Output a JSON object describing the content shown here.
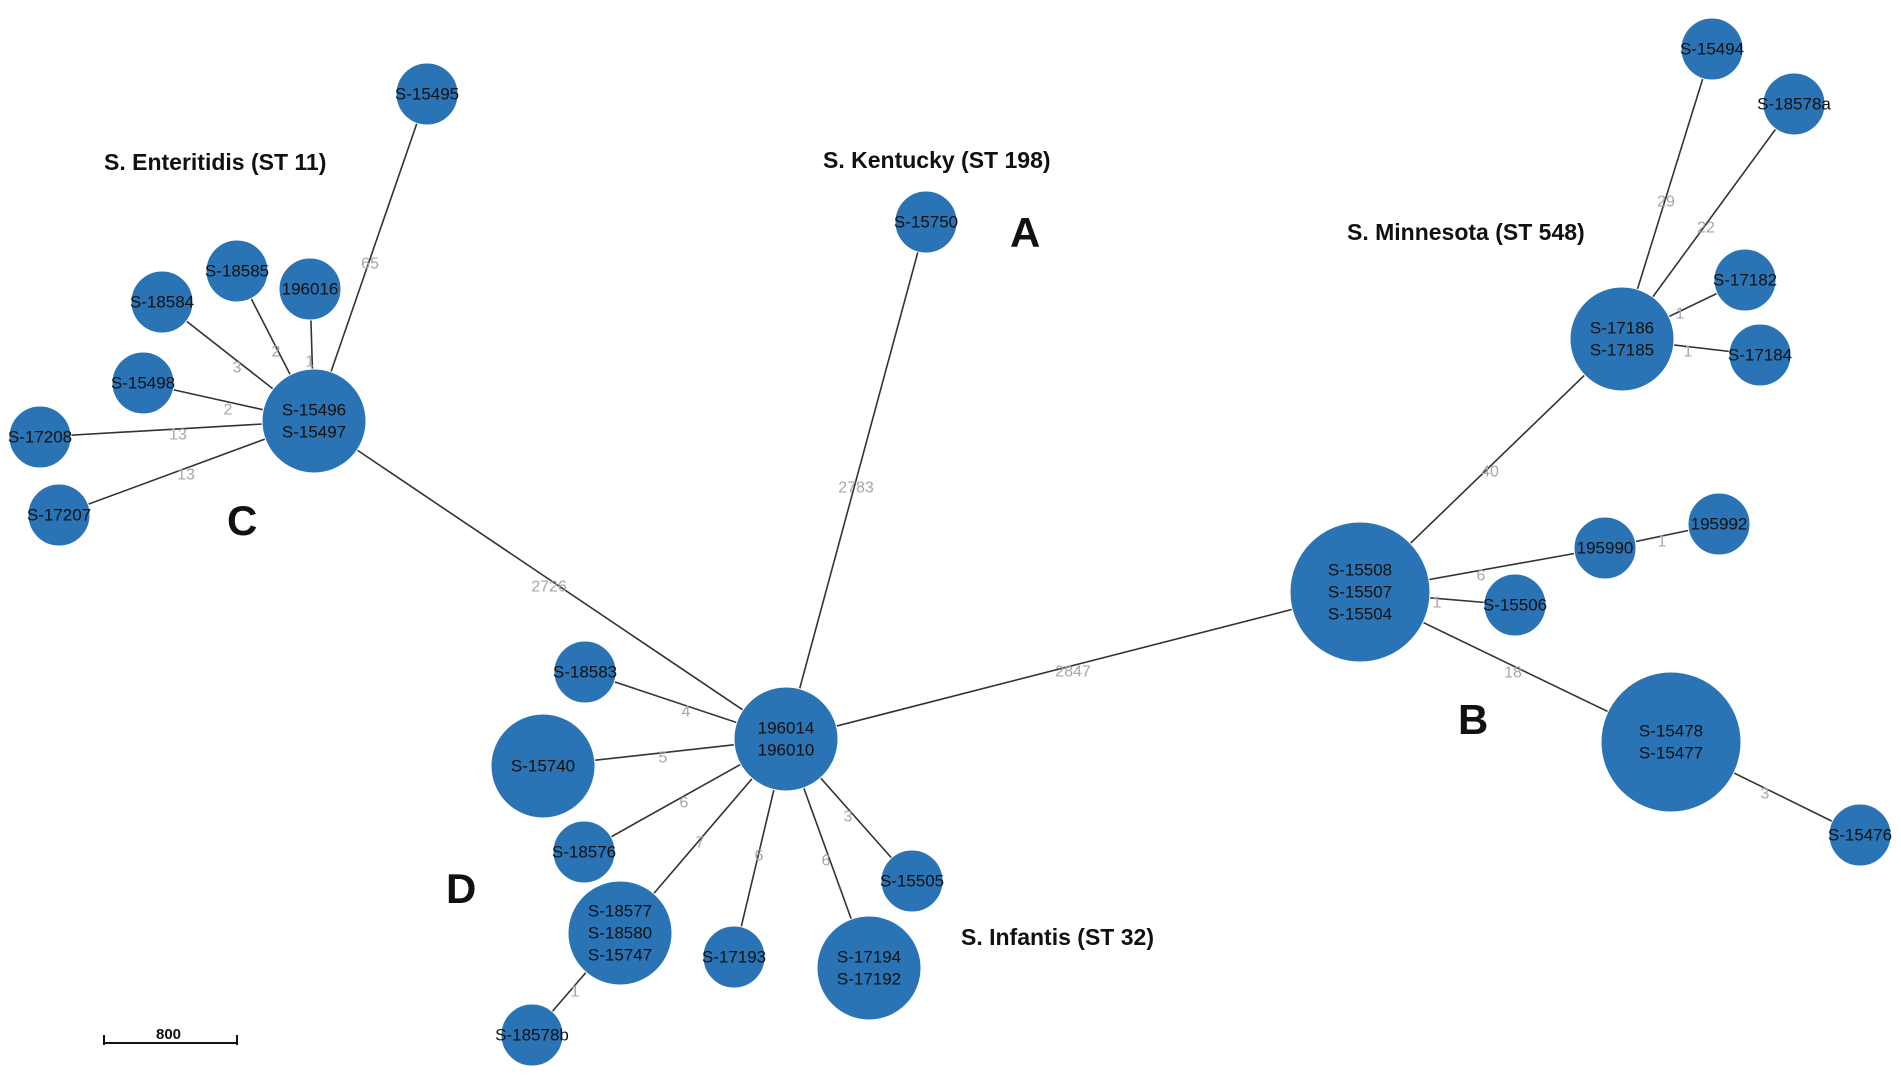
{
  "colors": {
    "node_fill": "#2a73b4",
    "node_stroke": "#ffffff",
    "edge": "#333333",
    "edge_label": "#a6a6a6",
    "background": "#ffffff"
  },
  "groups": [
    {
      "id": "A",
      "title": "S. Kentucky  (ST 198)",
      "letter": "A"
    },
    {
      "id": "B",
      "title": "S. Minnesota (ST 548)",
      "letter": "B"
    },
    {
      "id": "C",
      "title": "S. Enteritidis (ST 11)",
      "letter": "C"
    },
    {
      "id": "D",
      "title": "S. Infantis (ST 32)",
      "letter": "D"
    }
  ],
  "scale_bar": {
    "label": "800"
  },
  "nodes": [
    {
      "id": "center",
      "labels": [
        "196014",
        "196010"
      ]
    },
    {
      "id": "s15750",
      "labels": [
        "S-15750"
      ]
    },
    {
      "id": "c_center",
      "labels": [
        "S-15496",
        "S-15497"
      ]
    },
    {
      "id": "s15495",
      "labels": [
        "S-15495"
      ]
    },
    {
      "id": "s18585",
      "labels": [
        "S-18585"
      ]
    },
    {
      "id": "n196016",
      "labels": [
        "196016"
      ]
    },
    {
      "id": "s18584",
      "labels": [
        "S-18584"
      ]
    },
    {
      "id": "s15498",
      "labels": [
        "S-15498"
      ]
    },
    {
      "id": "s17208",
      "labels": [
        "S-17208"
      ]
    },
    {
      "id": "s17207",
      "labels": [
        "S-17207"
      ]
    },
    {
      "id": "b_center",
      "labels": [
        "S-15508",
        "S-15507",
        "S-15504"
      ]
    },
    {
      "id": "b_hub2",
      "labels": [
        "S-17186",
        "S-17185"
      ]
    },
    {
      "id": "s15494",
      "labels": [
        "S-15494"
      ]
    },
    {
      "id": "s18578a",
      "labels": [
        "S-18578a"
      ]
    },
    {
      "id": "s17182",
      "labels": [
        "S-17182"
      ]
    },
    {
      "id": "s17184",
      "labels": [
        "S-17184"
      ]
    },
    {
      "id": "n195990",
      "labels": [
        "195990"
      ]
    },
    {
      "id": "n195992",
      "labels": [
        "195992"
      ]
    },
    {
      "id": "s15506",
      "labels": [
        "S-15506"
      ]
    },
    {
      "id": "b_hub3",
      "labels": [
        "S-15478",
        "S-15477"
      ]
    },
    {
      "id": "s15476",
      "labels": [
        "S-15476"
      ]
    },
    {
      "id": "s18583",
      "labels": [
        "S-18583"
      ]
    },
    {
      "id": "s15740",
      "labels": [
        "S-15740"
      ]
    },
    {
      "id": "s18576",
      "labels": [
        "S-18576"
      ]
    },
    {
      "id": "d_hub2",
      "labels": [
        "S-18577",
        "S-18580",
        "S-15747"
      ]
    },
    {
      "id": "s18578b",
      "labels": [
        "S-18578b"
      ]
    },
    {
      "id": "s17193",
      "labels": [
        "S-17193"
      ]
    },
    {
      "id": "d_hub3",
      "labels": [
        "S-17194",
        "S-17192"
      ]
    },
    {
      "id": "s15505",
      "labels": [
        "S-15505"
      ]
    }
  ],
  "edges": [
    {
      "from": "center",
      "to": "s15750",
      "weight": "2783"
    },
    {
      "from": "center",
      "to": "c_center",
      "weight": "2726"
    },
    {
      "from": "center",
      "to": "b_center",
      "weight": "2847"
    },
    {
      "from": "c_center",
      "to": "s15495",
      "weight": "65"
    },
    {
      "from": "c_center",
      "to": "n196016",
      "weight": "1"
    },
    {
      "from": "c_center",
      "to": "s18585",
      "weight": "2"
    },
    {
      "from": "c_center",
      "to": "s18584",
      "weight": "3"
    },
    {
      "from": "c_center",
      "to": "s15498",
      "weight": "2"
    },
    {
      "from": "c_center",
      "to": "s17208",
      "weight": "13"
    },
    {
      "from": "c_center",
      "to": "s17207",
      "weight": "13"
    },
    {
      "from": "b_center",
      "to": "b_hub2",
      "weight": "40"
    },
    {
      "from": "b_hub2",
      "to": "s15494",
      "weight": "29"
    },
    {
      "from": "b_hub2",
      "to": "s18578a",
      "weight": "22"
    },
    {
      "from": "b_hub2",
      "to": "s17182",
      "weight": "1"
    },
    {
      "from": "b_hub2",
      "to": "s17184",
      "weight": "1"
    },
    {
      "from": "b_center",
      "to": "n195990",
      "weight": "6"
    },
    {
      "from": "n195990",
      "to": "n195992",
      "weight": "1"
    },
    {
      "from": "b_center",
      "to": "s15506",
      "weight": "1"
    },
    {
      "from": "b_center",
      "to": "b_hub3",
      "weight": "18"
    },
    {
      "from": "b_hub3",
      "to": "s15476",
      "weight": "3"
    },
    {
      "from": "center",
      "to": "s18583",
      "weight": "4"
    },
    {
      "from": "center",
      "to": "s15740",
      "weight": "5"
    },
    {
      "from": "center",
      "to": "s18576",
      "weight": "6"
    },
    {
      "from": "center",
      "to": "d_hub2",
      "weight": "7"
    },
    {
      "from": "d_hub2",
      "to": "s18578b",
      "weight": "1"
    },
    {
      "from": "center",
      "to": "s17193",
      "weight": "6"
    },
    {
      "from": "center",
      "to": "d_hub3",
      "weight": "6"
    },
    {
      "from": "center",
      "to": "s15505",
      "weight": "3"
    }
  ]
}
